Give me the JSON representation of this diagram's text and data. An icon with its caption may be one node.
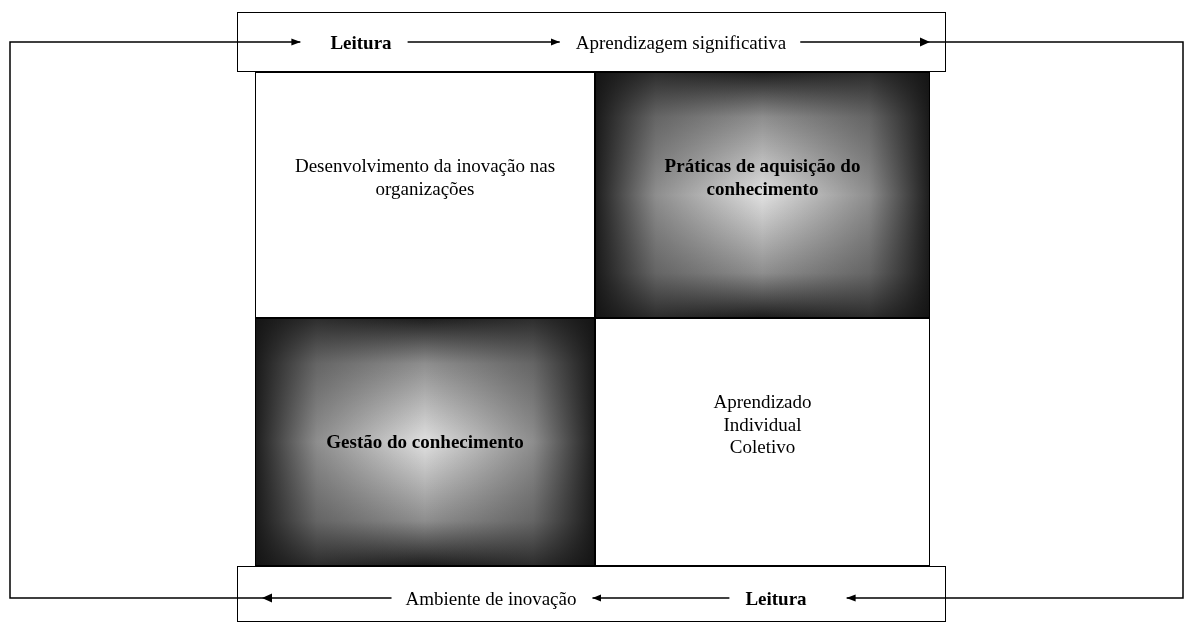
{
  "diagram": {
    "nodes": [
      {
        "text": [],
        "shape": "box"
      },
      {
        "text": [
          "Leitura"
        ],
        "in": 0
      },
      {
        "text": [
          "Aprendizagem significativa"
        ],
        "in": 0
      },
      {
        "text": [
          "Desenvolvimento da inovação nas organizações"
        ]
      },
      {
        "text": [
          "Práticas de aquisição do conhecimento"
        ]
      },
      {
        "text": [
          "Gestão do conhecimento"
        ]
      },
      {
        "text": [
          "Aprendizado Individual Coletivo"
        ]
      },
      {
        "text": [],
        "shape": "box"
      },
      {
        "text": [
          "Ambiente de inovação"
        ],
        "in": 7
      },
      {
        "text": [
          "Leitura"
        ],
        "in": 7
      }
    ],
    "edges": [
      {
        "from": 1,
        "to": 2,
        "arrow": "to"
      },
      {
        "from": 2,
        "to": 9,
        "arrow": "to"
      },
      {
        "from": 9,
        "to": 8,
        "arrow": "to"
      },
      {
        "from": 8,
        "to": 1,
        "arrow": "to"
      }
    ]
  }
}
